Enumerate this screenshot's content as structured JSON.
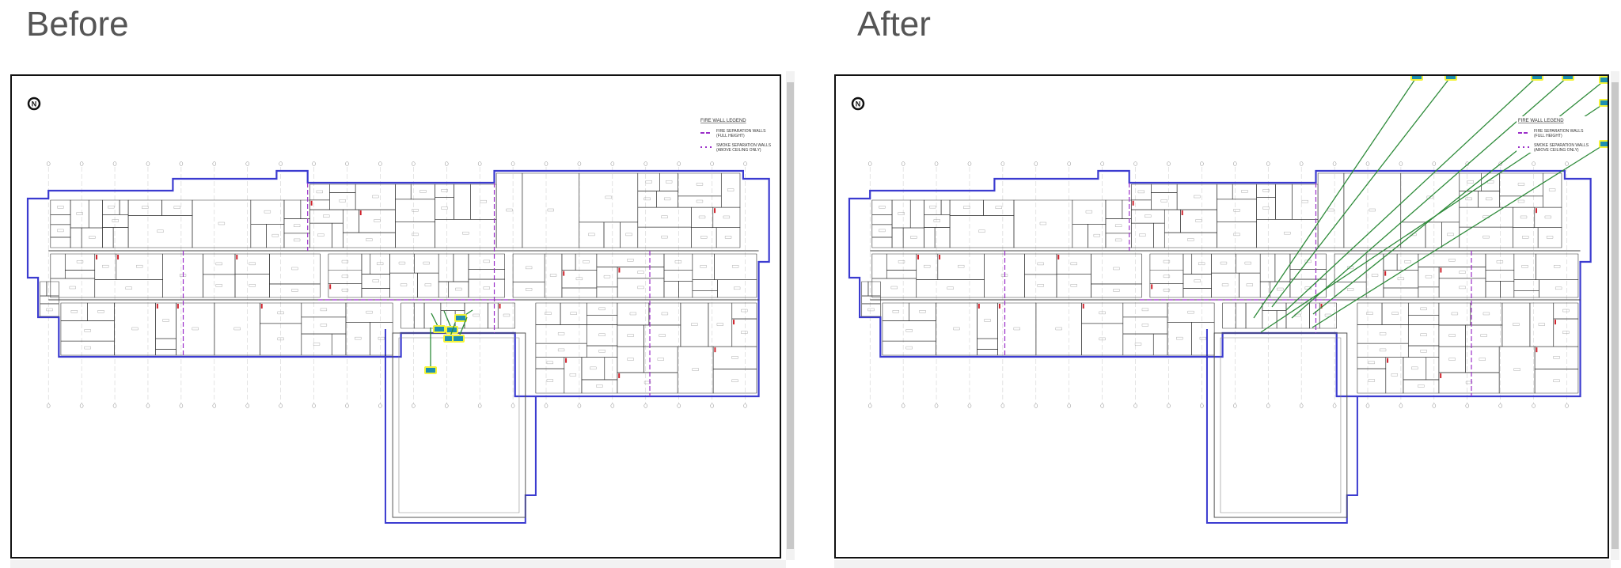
{
  "before": {
    "title": "Before"
  },
  "after": {
    "title": "After"
  },
  "north_arrow": "N",
  "legend": {
    "title": "FIRE WALL LEGEND",
    "items": [
      {
        "label": "FIRE SEPARATION WALLS (FULL HEIGHT)",
        "style": "solid"
      },
      {
        "label": "SMOKE SEPARATION WALLS (ABOVE CEILING ONLY)",
        "style": "dashed"
      }
    ]
  },
  "colors": {
    "exterior_wall": "#3b3bd0",
    "fire_wall": "#9b2fc9",
    "callout_fill": "#1e8fb0",
    "callout_highlight": "#f4f43a",
    "leader_line": "#2e8b3a",
    "accent_red": "#d0202a"
  }
}
